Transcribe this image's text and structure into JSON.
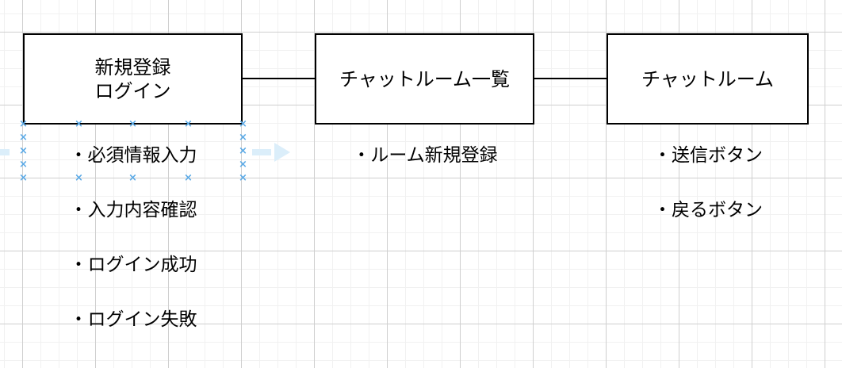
{
  "nodes": [
    {
      "line1": "新規登録",
      "line2": "ログイン"
    },
    {
      "label": "チャットルーム一覧"
    },
    {
      "label": "チャットルーム"
    }
  ],
  "lists": {
    "login": [
      "・必須情報入力",
      "・入力内容確認",
      "・ログイン成功",
      "・ログイン失敗"
    ],
    "room_list": [
      "・ルーム新規登録"
    ],
    "chat_room": [
      "・送信ボタン",
      "・戻るボタン"
    ]
  },
  "colors": {
    "selection": "#5aa9e6",
    "hover_arrow": "#dbeefa",
    "grid_major": "#cfcfcf",
    "grid_minor": "#f1f1f1"
  }
}
